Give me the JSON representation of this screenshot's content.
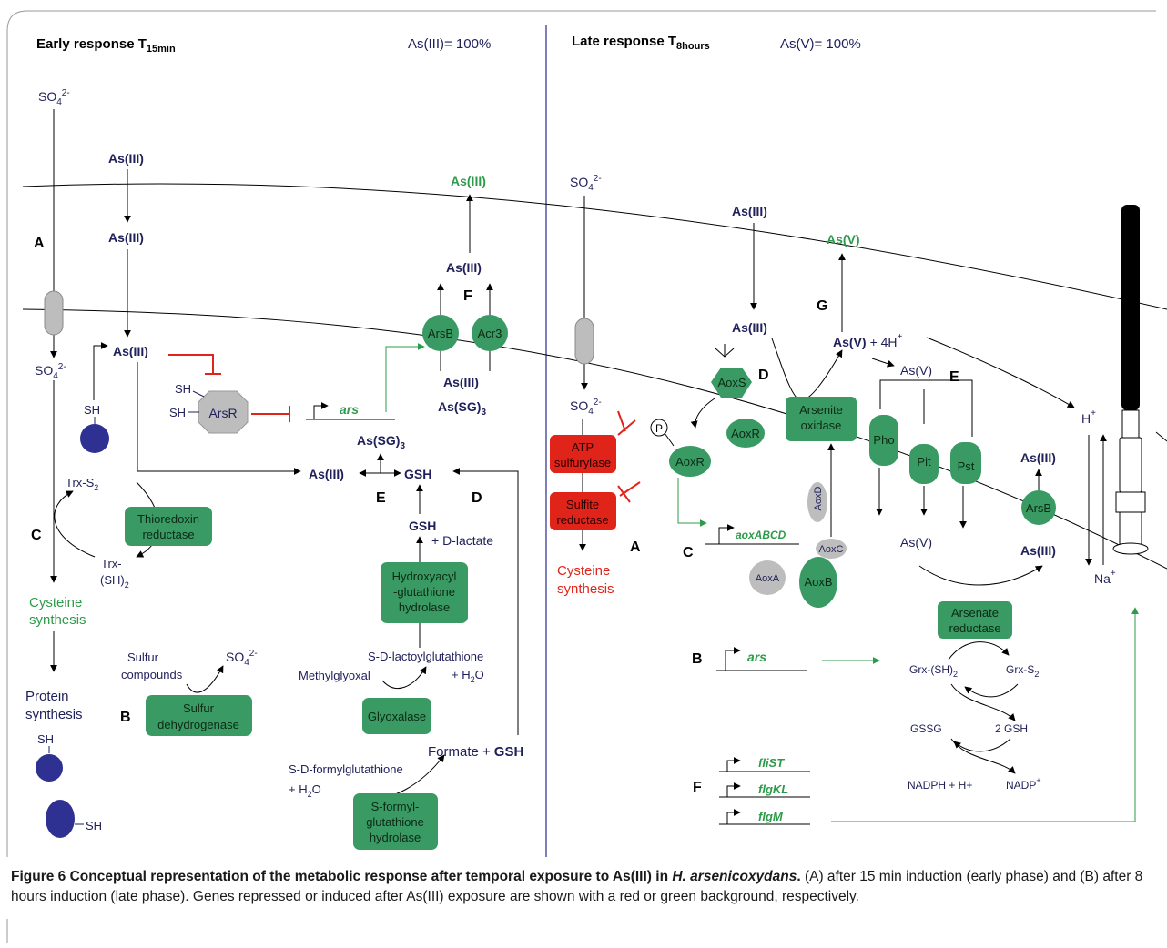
{
  "early": {
    "title_main": "Early response T",
    "title_sub": "15min",
    "condition": "As(III)= 100%",
    "so4": "SO",
    "so4_sub": "4",
    "so4_sup": "2-",
    "as3": "As(III)",
    "as3_export": "As(III)",
    "assg": "As(SG)",
    "assg_sub": "3",
    "sh": "SH",
    "arsR": "ArsR",
    "ars_gene": "ars",
    "arsB": "ArsB",
    "acr3": "Acr3",
    "gsh": "GSH",
    "d_lactate": "+ D-lactate",
    "trx_s2": "Trx-S",
    "trx_s2_sub": "2",
    "trx_sh": "Trx-",
    "trx_sh2": "(SH)",
    "trx_sh2_sub": "2",
    "thioredoxin_reductase": [
      "Thioredoxin",
      "reductase"
    ],
    "cysteine_synthesis": [
      "Cysteine",
      "synthesis"
    ],
    "protein_synthesis": [
      "Protein",
      "synthesis"
    ],
    "sulfur_compounds": [
      "Sulfur",
      "compounds"
    ],
    "sulfur_dehydrogenase": [
      "Sulfur",
      "dehydrogenase"
    ],
    "methylglyoxal": "Methylglyoxal",
    "glyoxalase": "Glyoxalase",
    "lactoylglutathione": "S-D-lactoylglutathione",
    "plus_h2o": "+ H",
    "h2o_sub": "2",
    "h2o_o": "O",
    "hydroxyacyl": [
      "Hydroxyacyl",
      "-glutathione",
      "hydrolase"
    ],
    "formylglutathione": "S-D-formylglutathione",
    "formate": "Formate +",
    "formyl_hydrolase": [
      "S-formyl-",
      "glutathione",
      "hydrolase"
    ]
  },
  "late": {
    "title_main": "Late response T",
    "title_sub": "8hours",
    "condition": "As(V)= 100%",
    "so4": "SO",
    "so4_sub": "4",
    "so4_sup": "2-",
    "as3": "As(III)",
    "as5": "As(V)",
    "as5_plus": "+ 4H",
    "plus_sup": "+",
    "atp_sulfurylase": [
      "ATP",
      "sulfurylase"
    ],
    "sulfite_reductase": [
      "Sulfite",
      "reductase"
    ],
    "cysteine_synthesis": [
      "Cysteine",
      "synthesis"
    ],
    "p_label": "P",
    "aoxS": "AoxS",
    "aoxR": "AoxR",
    "aoxR_p": "AoxR",
    "arsenite_oxidase": [
      "Arsenite",
      "oxidase"
    ],
    "aoxABCD": "aoxABCD",
    "aoxA": "AoxA",
    "aoxB": "AoxB",
    "aoxC": "AoxC",
    "aoxD": "AoxD",
    "pho": "Pho",
    "pit": "Pit",
    "pst": "Pst",
    "arsB": "ArsB",
    "arsenate_reductase": [
      "Arsenate",
      "reductase"
    ],
    "ars_gene": "ars",
    "grx_sh2": "Grx-(SH)",
    "grx_s2": "Grx-S",
    "sub2": "2",
    "gssg": "GSSG",
    "two_gsh": "2 GSH",
    "nadph": "NADPH + H+",
    "nadp": "NADP",
    "h_plus": "H",
    "na_plus": "Na",
    "fliST": "fliST",
    "flgKL": "flgKL",
    "flgM": "flgM"
  },
  "letters": {
    "A": "A",
    "B": "B",
    "C": "C",
    "D": "D",
    "E": "E",
    "F": "F",
    "G": "G"
  },
  "caption": {
    "title_a": "Figure 6 Conceptual representation of the metabolic response after temporal exposure to As(III) in",
    "organism": "H. arsenicoxydans",
    "title_end": ".",
    "body": "(A) after 15 min induction (early phase) and (B) after 8 hours induction (late phase). Genes repressed or induced after As(III) exposure are shown with a red or green background, respectively."
  },
  "colors": {
    "navy": "#1f1f5a",
    "enzyme_green": "#3a9a64",
    "gene_green": "#2e9b4a",
    "repressed_red": "#e0241a",
    "transporter_gray": "#bdbdbd",
    "frame_line": "#2b2b8a"
  }
}
